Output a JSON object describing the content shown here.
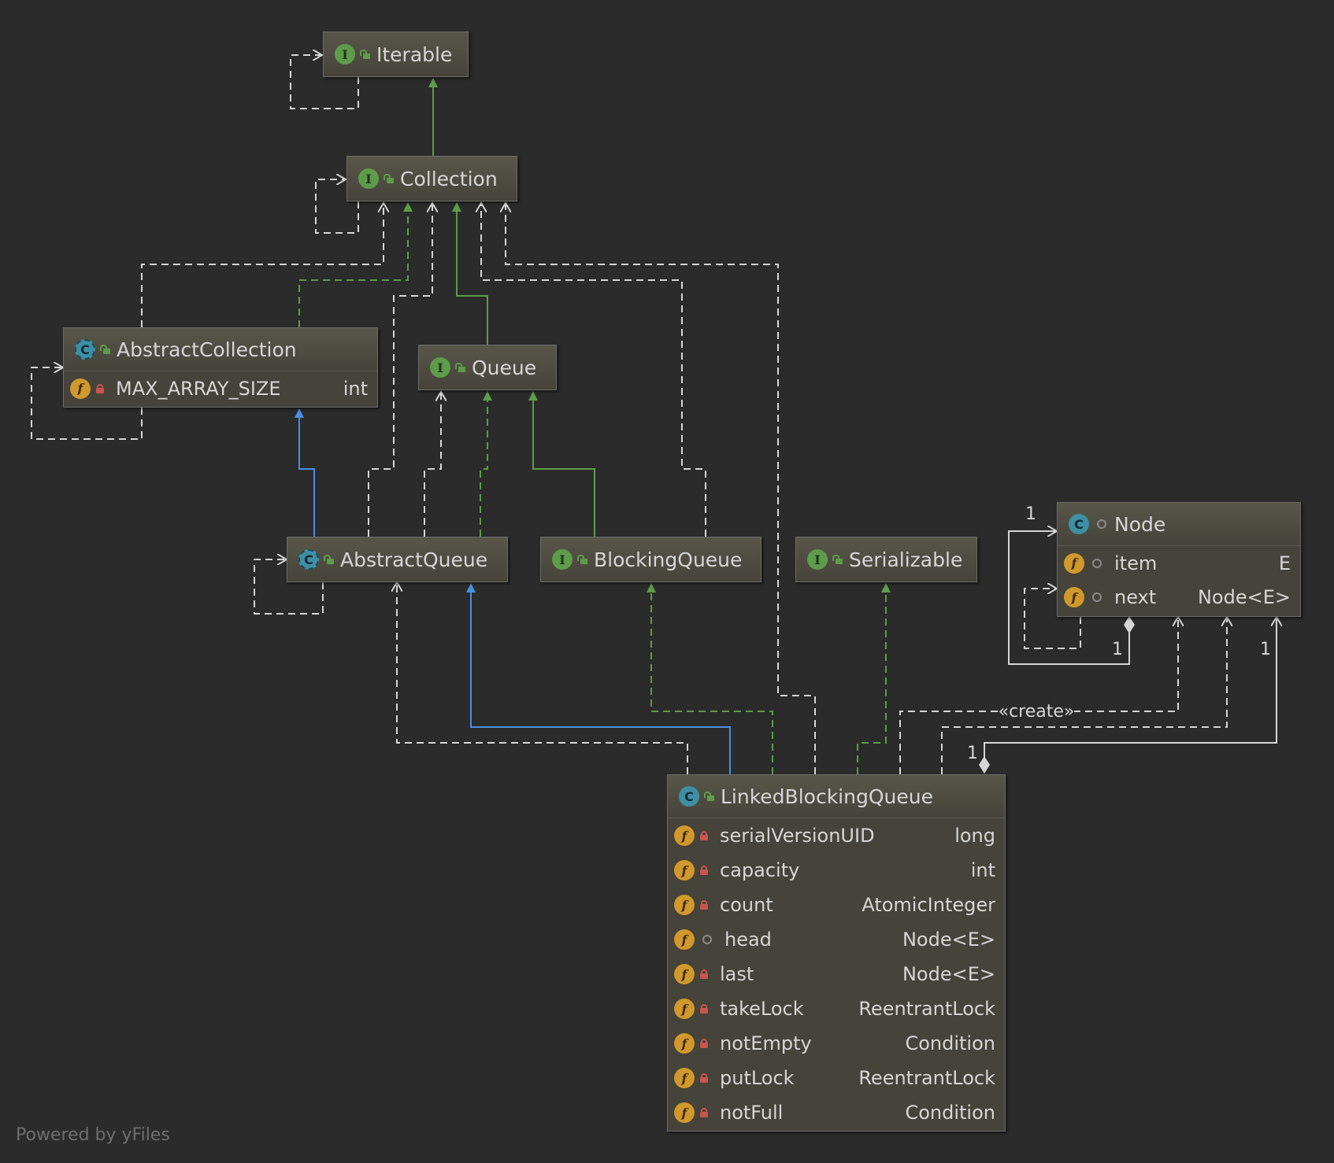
{
  "nodes": {
    "iterable": {
      "name": "Iterable",
      "kind": "interface",
      "visibility": "public"
    },
    "collection": {
      "name": "Collection",
      "kind": "interface",
      "visibility": "public"
    },
    "abstract_collection": {
      "name": "AbstractCollection",
      "kind": "abstract-class",
      "visibility": "public",
      "fields": [
        {
          "name": "MAX_ARRAY_SIZE",
          "type": "int",
          "visibility": "private",
          "static": true
        }
      ]
    },
    "queue": {
      "name": "Queue",
      "kind": "interface",
      "visibility": "public"
    },
    "abstract_queue": {
      "name": "AbstractQueue",
      "kind": "abstract-class",
      "visibility": "public"
    },
    "blocking_queue": {
      "name": "BlockingQueue",
      "kind": "interface",
      "visibility": "public"
    },
    "serializable": {
      "name": "Serializable",
      "kind": "interface",
      "visibility": "public"
    },
    "node": {
      "name": "Node",
      "kind": "class",
      "visibility": "package",
      "fields": [
        {
          "name": "item",
          "type": "E",
          "visibility": "package"
        },
        {
          "name": "next",
          "type": "Node<E>",
          "visibility": "package"
        }
      ]
    },
    "linked_blocking_queue": {
      "name": "LinkedBlockingQueue",
      "kind": "class",
      "visibility": "public",
      "fields": [
        {
          "name": "serialVersionUID",
          "type": "long",
          "visibility": "private",
          "static": true
        },
        {
          "name": "capacity",
          "type": "int",
          "visibility": "private",
          "static": false
        },
        {
          "name": "count",
          "type": "AtomicInteger",
          "visibility": "private",
          "static": false
        },
        {
          "name": "head",
          "type": "Node<E>",
          "visibility": "package",
          "static": false
        },
        {
          "name": "last",
          "type": "Node<E>",
          "visibility": "private",
          "static": false
        },
        {
          "name": "takeLock",
          "type": "ReentrantLock",
          "visibility": "private",
          "static": true
        },
        {
          "name": "notEmpty",
          "type": "Condition",
          "visibility": "private",
          "static": true
        },
        {
          "name": "putLock",
          "type": "ReentrantLock",
          "visibility": "private",
          "static": true
        },
        {
          "name": "notFull",
          "type": "Condition",
          "visibility": "private",
          "static": true
        }
      ]
    }
  },
  "edge_labels": {
    "create": "«create»",
    "mult_node_self_top": "1",
    "mult_node_self_bottom": "1",
    "mult_lbq_head_last": "1",
    "mult_node_right": "1"
  },
  "colors": {
    "background": "#2b2b2b",
    "interface_realization": "#5e9b4a",
    "class_extends": "#4a8ee0",
    "dependency": "#d6d6d6"
  },
  "footer": "Powered by yFiles"
}
